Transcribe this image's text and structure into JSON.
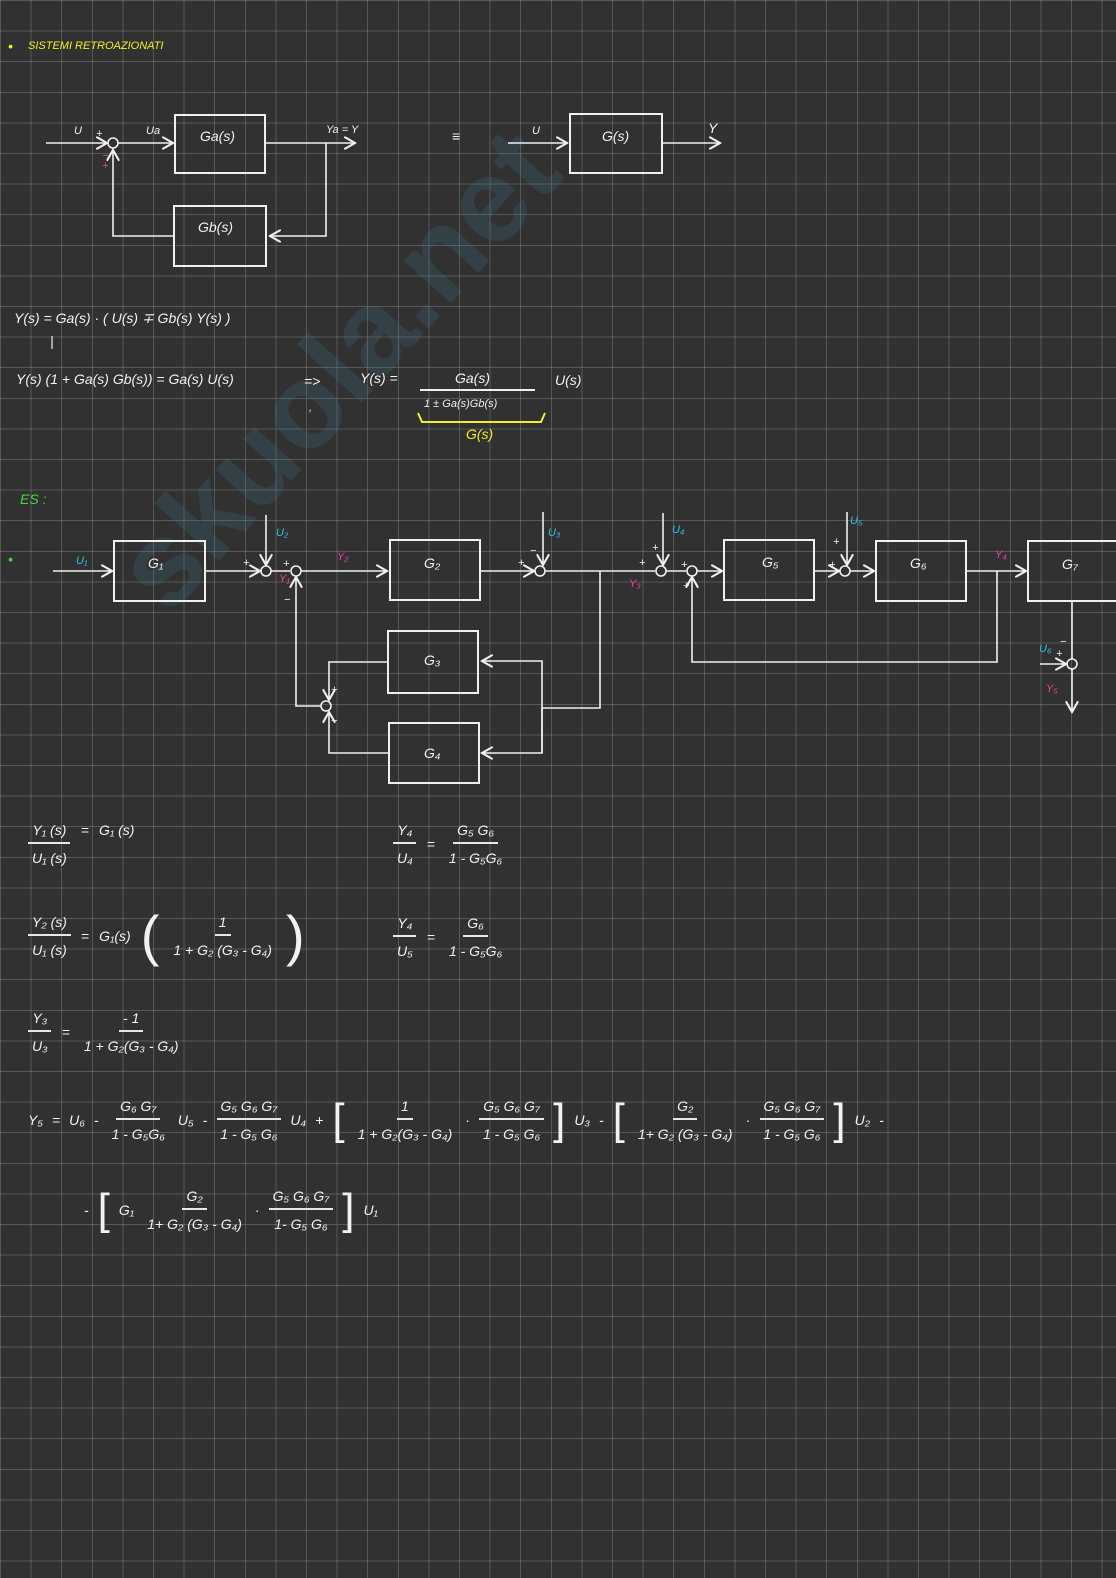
{
  "watermark": "skuola.net",
  "section_title": "SISTEMI RETROAZIONATI",
  "bullet": "•",
  "diagram1": {
    "input": "U",
    "plus": "+",
    "minus": "−",
    "plus_alt": "+",
    "error": "Ua",
    "forward_block": "Ga(s)",
    "output": "Ya = Y",
    "feedback_block": "Gb(s)",
    "equivalent": "≡",
    "eq_input": "U",
    "eq_block": "G(s)",
    "eq_output": "Y"
  },
  "derivation": {
    "line1": "Y(s) = Ga(s) · ( U(s) ∓ Gb(s) Y(s) )",
    "tick": "|",
    "line2": "Y(s) (1 + Ga(s) Gb(s)) = Ga(s) U(s)",
    "implies": "=>",
    "result_lhs": "Y(s) =",
    "result_num": "Ga(s)",
    "result_den": "1 ± Ga(s)Gb(s)",
    "result_tail": "U(s)",
    "brace_label": "G(s)",
    "comma": ","
  },
  "example": {
    "label": "ES :",
    "blocks": [
      "G₁",
      "G₂",
      "G₃",
      "G₄",
      "G₅",
      "G₆",
      "G₇"
    ],
    "inputs": [
      "U₁",
      "U₂",
      "U₃",
      "U₄",
      "U₅",
      "U₆"
    ],
    "outputs": [
      "Y₁",
      "Y₂",
      "Y₃",
      "Y₄",
      "Y₅"
    ],
    "plus": "+",
    "minus": "−"
  },
  "formulas": {
    "f1": {
      "num": "Y₁ (s)",
      "den": "U₁ (s)",
      "eq": "=",
      "rhs": "G₁ (s)"
    },
    "f2": {
      "num": "Y₄",
      "den": "U₄",
      "eq": "=",
      "rnum": "G₅ G₆",
      "rden": "1 - G₅G₆"
    },
    "f3": {
      "num": "Y₂ (s)",
      "den": "U₁ (s)",
      "eq": "=",
      "rhs": "G₁(s)",
      "lp": "(",
      "rp": ")",
      "rnum": "1",
      "rden": "1 + G₂ (G₃ - G₄)"
    },
    "f4": {
      "num": "Y₄",
      "den": "U₅",
      "eq": "=",
      "rnum": "G₆",
      "rden": "1 - G₅G₆"
    },
    "f5": {
      "num": "Y₃",
      "den": "U₃",
      "eq": "=",
      "rnum": "- 1",
      "rden": "1 + G₂(G₃ - G₄)"
    },
    "f6": {
      "lhs": "Y₅",
      "eq": "=",
      "t1": "U₆",
      "m1": "-",
      "a_num": "G₆ G₇",
      "a_den": "1 - G₅G₆",
      "t2": "U₅",
      "m2": "-",
      "b_num": "G₅ G₆ G₇",
      "b_den": "1 - G₅ G₆",
      "t3": "U₄",
      "p3": "+",
      "lb": "[",
      "rb": "]",
      "dot": "·",
      "c_num": "1",
      "c_den": "1 + G₂(G₃ - G₄)",
      "d_num": "G₅ G₆ G₇",
      "d_den": "1 - G₅ G₆",
      "t4": "U₃",
      "m4": "-",
      "e_num": "G₂",
      "e_den": "1+ G₂ (G₃ - G₄)",
      "f_num": "G₅ G₆ G₇",
      "f_den": "1 - G₅ G₆",
      "t5": "U₂",
      "m5": "-"
    },
    "f7": {
      "m": "-",
      "lb": "[",
      "g1": "G₁",
      "g_num": "G₂",
      "g_den": "1+ G₂ (G₃ - G₄)",
      "dot": "·",
      "h_num": "G₅ G₆ G₇",
      "h_den": "1- G₅ G₆",
      "rb": "]",
      "t": "U₁"
    }
  },
  "colors": {
    "title": "#f4ef2a",
    "example": "#3fdc35",
    "input": "#2cc6ee",
    "output": "#ee3fa3"
  }
}
